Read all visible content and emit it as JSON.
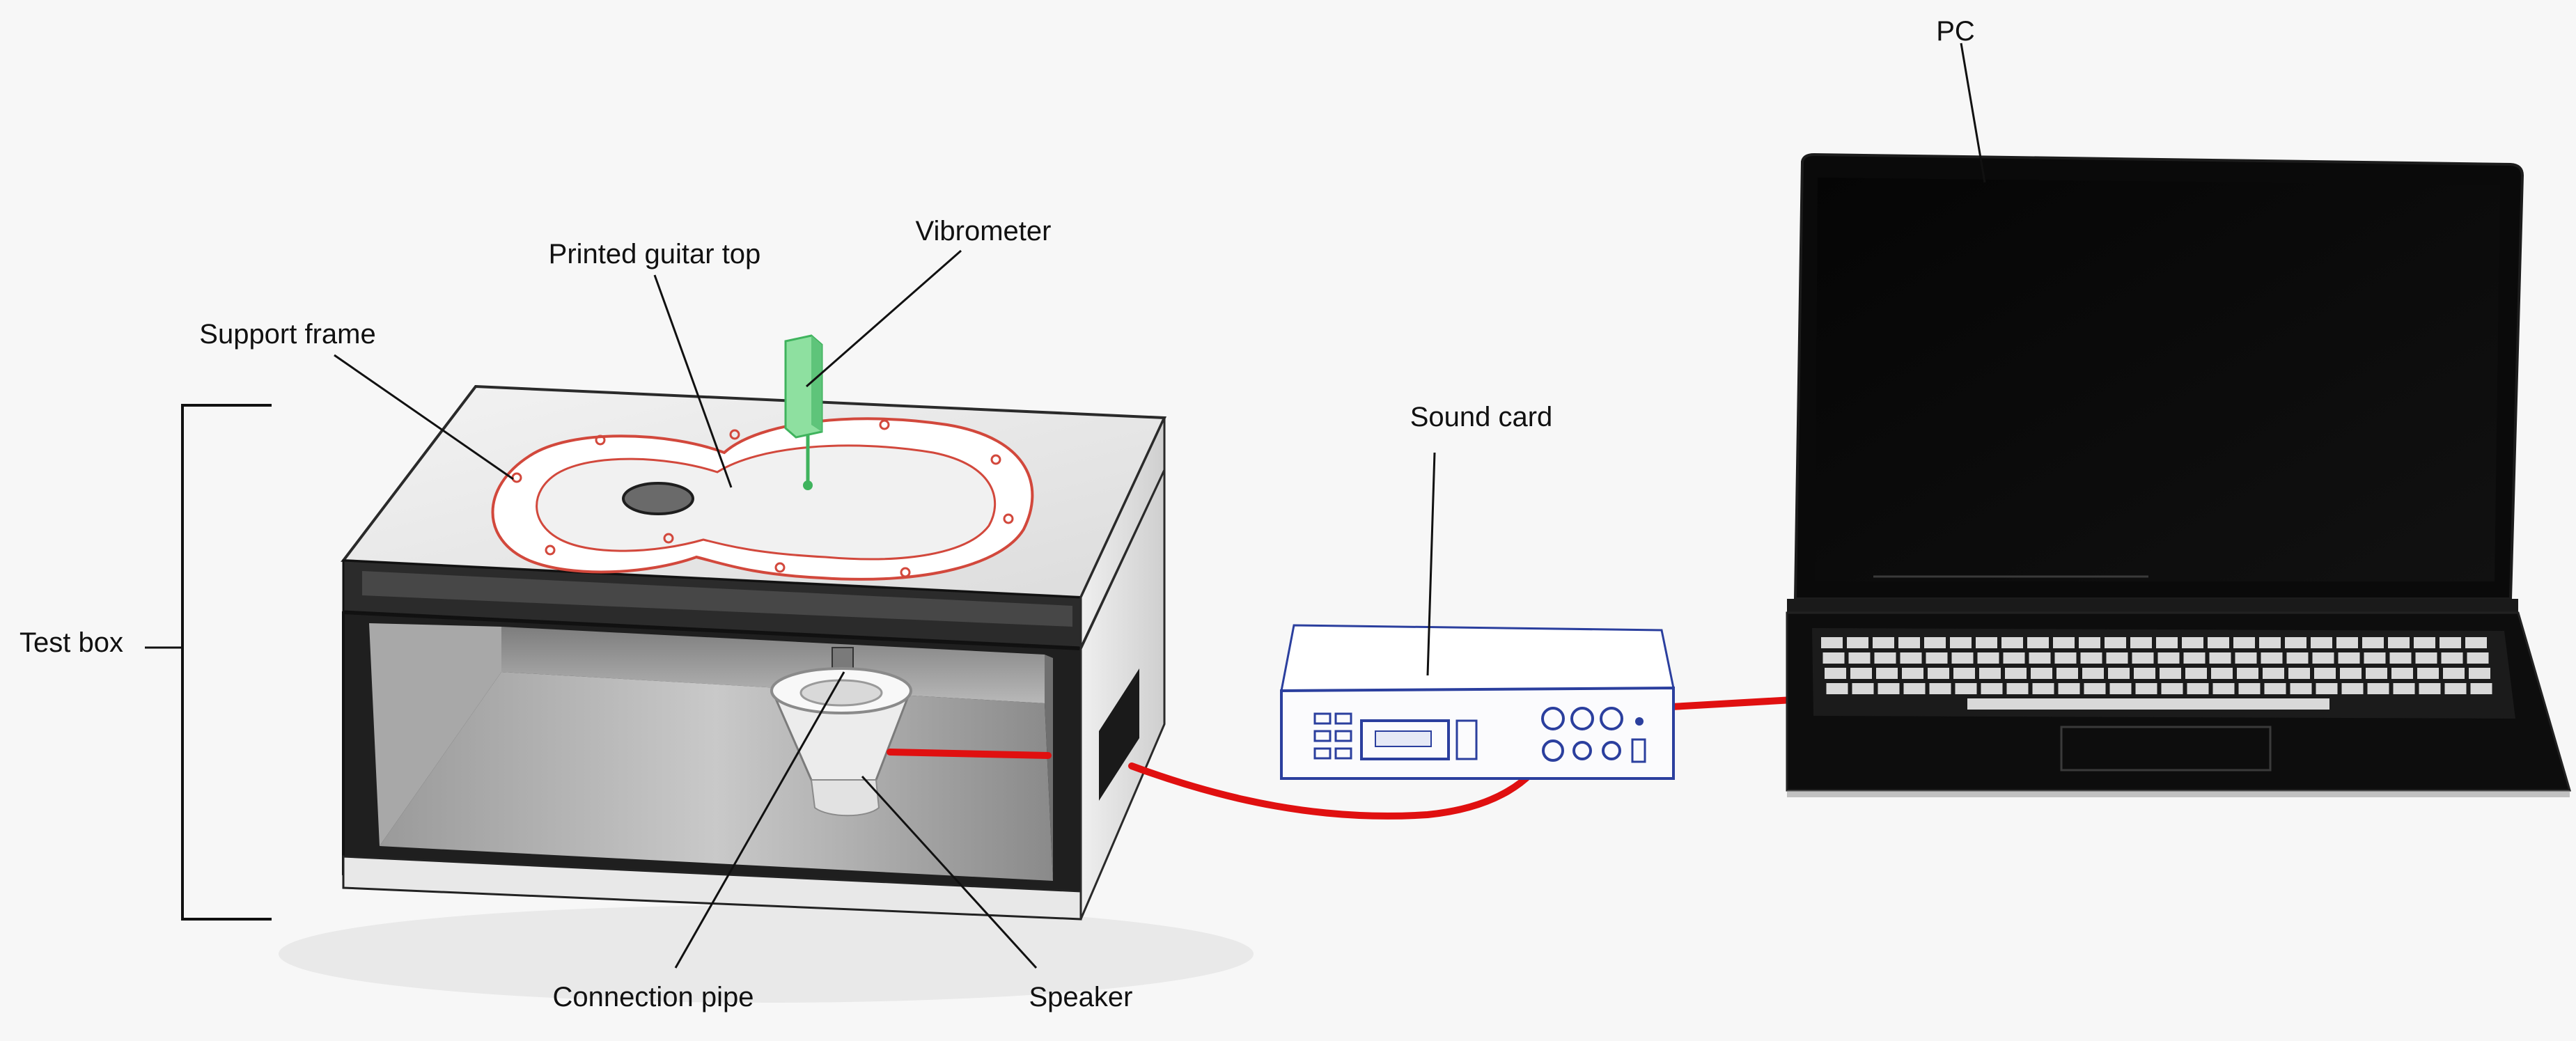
{
  "labels": {
    "pc": "PC",
    "printed_guitar_top": "Printed guitar top",
    "vibrometer": "Vibrometer",
    "support_frame": "Support frame",
    "sound_card": "Sound card",
    "test_box": "Test box",
    "connection_pipe": "Connection pipe",
    "speaker": "Speaker"
  },
  "colors": {
    "background": "#f7f7f7",
    "cable": "#e01010",
    "frame_outline": "#d2483c",
    "vibrometer": "#6fd68a",
    "sound_card_outline": "#2b3f9e",
    "laptop": "#0a0a0a",
    "keys": "#d9d9d9"
  }
}
